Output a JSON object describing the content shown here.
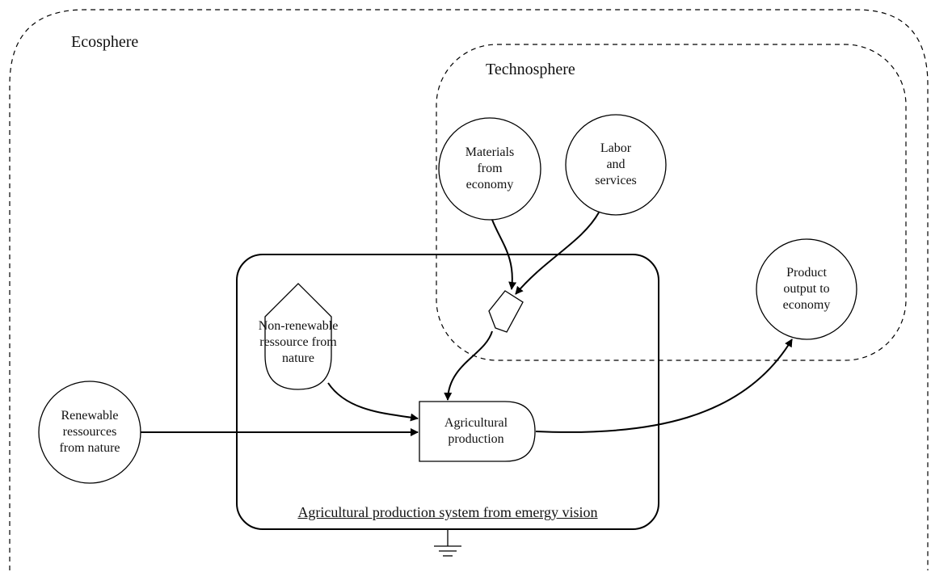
{
  "regions": {
    "ecosphere": "Ecosphere",
    "technosphere": "Technosphere"
  },
  "system": {
    "label": "Agricultural production system from emergy vision"
  },
  "nodes": {
    "materials": [
      "Materials",
      "from",
      "economy"
    ],
    "labor": [
      "Labor",
      "and",
      "services"
    ],
    "product": [
      "Product",
      "output to",
      "economy"
    ],
    "nonrenewable": [
      "Non-renewable",
      "ressource from",
      "nature"
    ],
    "renewable": [
      "Renewable",
      "ressources",
      "from nature"
    ],
    "production": [
      "Agricultural",
      "production"
    ]
  },
  "colors": {
    "stroke": "#000000",
    "text": "#111111",
    "background": "#ffffff"
  }
}
